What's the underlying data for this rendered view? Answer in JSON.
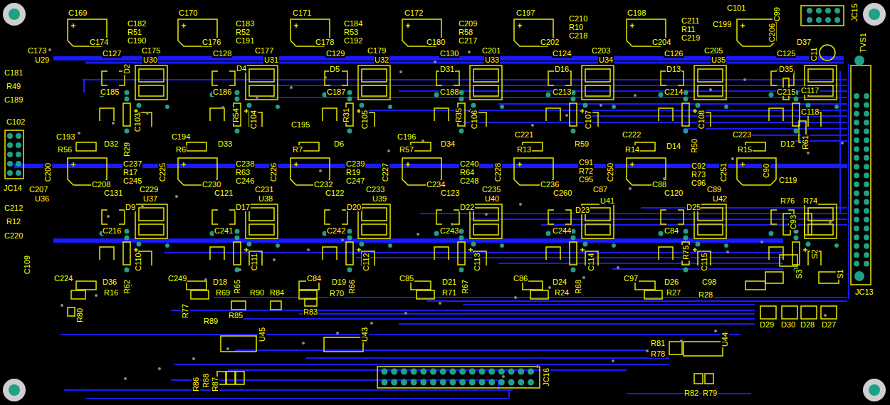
{
  "diagram": {
    "labels": [
      "C169",
      "C182",
      "R51",
      "C190",
      "C170",
      "C183",
      "R52",
      "C191",
      "C171",
      "C184",
      "R53",
      "C192",
      "C172",
      "C209",
      "R58",
      "C217",
      "C197",
      "C210",
      "R10",
      "C218",
      "C198",
      "C211",
      "R11",
      "C219",
      "C101",
      "C99",
      "C199",
      "C206",
      "C11",
      "JC15",
      "TVS1",
      "D37",
      "C174",
      "C173",
      "U29",
      "C127",
      "C175",
      "U30",
      "C176",
      "C128",
      "C177",
      "U31",
      "C178",
      "C129",
      "C179",
      "U32",
      "C180",
      "C130",
      "C201",
      "U33",
      "C202",
      "C124",
      "C203",
      "U34",
      "C204",
      "C126",
      "C205",
      "U35",
      "C125",
      "D2",
      "D4",
      "D5",
      "D31",
      "D16",
      "D13",
      "D35",
      "C181",
      "R49",
      "C189",
      "C185",
      "C186",
      "C187",
      "C188",
      "C213",
      "C214",
      "C215",
      "C117",
      "C118",
      "C103",
      "R54",
      "C104",
      "R31",
      "C105",
      "R35",
      "C106",
      "C107",
      "R50",
      "C108",
      "R61",
      "R29",
      "C102",
      "C193",
      "R56",
      "D32",
      "C194",
      "R6",
      "D33",
      "C195",
      "R7",
      "D6",
      "C196",
      "R57",
      "D34",
      "C221",
      "R13",
      "R59",
      "C222",
      "R14",
      "D14",
      "C223",
      "R15",
      "D12",
      "JC14",
      "C200",
      "C237",
      "R17",
      "C245",
      "C225",
      "C238",
      "R63",
      "C246",
      "C226",
      "C239",
      "R19",
      "C247",
      "C227",
      "C240",
      "R64",
      "C248",
      "C228",
      "C91",
      "R72",
      "C95",
      "C250",
      "C92",
      "R73",
      "C96",
      "C251",
      "C90",
      "C119",
      "C207",
      "U36",
      "C208",
      "C131",
      "C229",
      "U37",
      "C230",
      "C121",
      "C231",
      "U38",
      "C232",
      "C122",
      "C233",
      "U39",
      "C234",
      "C123",
      "C235",
      "U40",
      "C236",
      "C260",
      "C87",
      "U41",
      "C88",
      "C120",
      "C89",
      "U42",
      "C212",
      "R12",
      "C220",
      "D9",
      "D17",
      "D20",
      "D22",
      "D23",
      "D25",
      "R76",
      "R74",
      "C93",
      "C216",
      "C241",
      "C242",
      "C243",
      "C244",
      "C84",
      "C109",
      "C110",
      "R62",
      "R65",
      "C111",
      "R66",
      "C112",
      "R67",
      "C113",
      "R68",
      "C114",
      "R75",
      "C115",
      "S2",
      "S3",
      "S1",
      "JC13",
      "C224",
      "D36",
      "R16",
      "C249",
      "D18",
      "R69",
      "R90",
      "R84",
      "C84",
      "D19",
      "R70",
      "C85",
      "D21",
      "R71",
      "C86",
      "D24",
      "R24",
      "C97",
      "D26",
      "R27",
      "C98",
      "R28",
      "R80",
      "R77",
      "R85",
      "R83",
      "R89",
      "U45",
      "U43",
      "U44",
      "D29",
      "D30",
      "D28",
      "D27",
      "R81",
      "R78",
      "JC16",
      "R86",
      "R88",
      "R87",
      "R82",
      "R79"
    ]
  }
}
